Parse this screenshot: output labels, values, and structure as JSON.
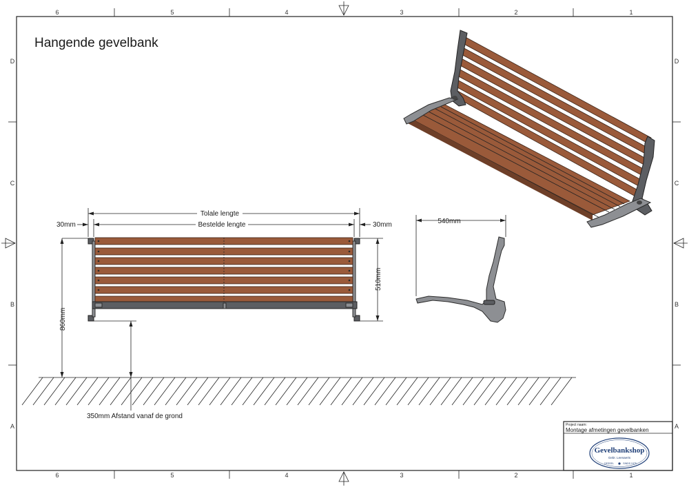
{
  "drawing": {
    "title": "Hangende gevelbank",
    "border": {
      "columns": [
        "6",
        "5",
        "4",
        "3",
        "2",
        "1"
      ],
      "rows": [
        "D",
        "C",
        "B",
        "A"
      ]
    }
  },
  "dimensions": {
    "total_length": "Tolale lengte",
    "ordered_length": "Bestelde lengte",
    "left_offset": "30mm",
    "right_offset": "30mm",
    "height_mount": "860mm",
    "height_bench": "510mm",
    "depth": "540mm",
    "ground_distance": "350mm Afstand vanaf de grond"
  },
  "title_block": {
    "project_label": "Project naam:",
    "project_name": "Montage afmetingen gevelbanken",
    "logo_name": "Gevelbankshop",
    "logo_subtitle": "Gebr. Leenaerts",
    "logo_footer_left": "DESSEL",
    "logo_footer_right": "SINDS 1975"
  },
  "colors": {
    "wood": "#9a5a3a",
    "wood_dark": "#6e3f28",
    "metal": "#8d8f93",
    "line": "#222222",
    "logo": "#1f3f78"
  }
}
